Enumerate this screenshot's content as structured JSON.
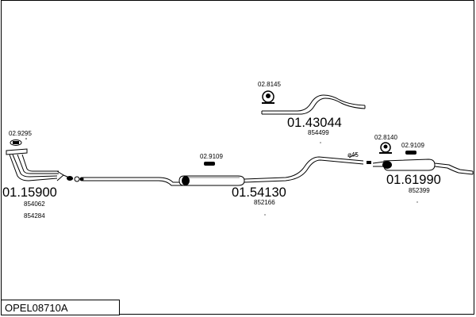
{
  "diagram": {
    "code": "OPEL08710A",
    "parts": [
      {
        "id": "front-pipe",
        "number": "01.15900",
        "refs": [
          "854062",
          "854284"
        ],
        "accessory": "02.9295"
      },
      {
        "id": "middle-silencer",
        "number": "01.54130",
        "refs": [
          "852166"
        ],
        "accessory": "02.9109"
      },
      {
        "id": "tail-pipe",
        "number": "01.43044",
        "refs": [
          "854499"
        ],
        "accessory": "02.8145"
      },
      {
        "id": "rear-silencer",
        "number": "01.61990",
        "refs": [
          "852399"
        ],
        "accessory_a": "02.8140",
        "accessory_b": "02.9109"
      }
    ],
    "clamp_label": "ø45"
  }
}
